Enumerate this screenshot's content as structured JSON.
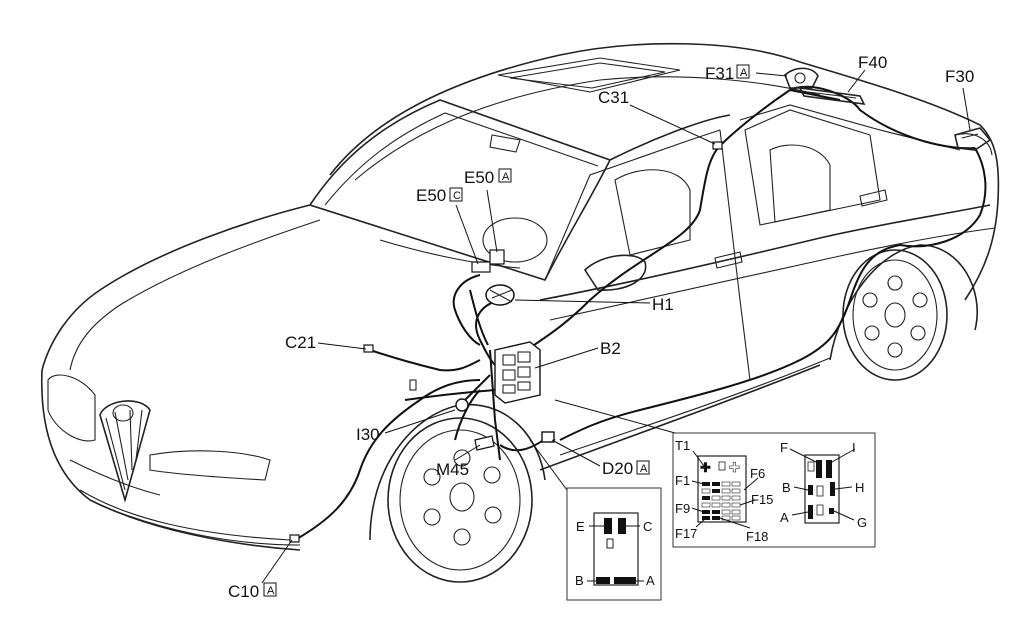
{
  "labels": {
    "f31": "F31",
    "f31_tag": "A",
    "f40": "F40",
    "f30": "F30",
    "c31": "C31",
    "e50a": "E50",
    "e50a_tag": "A",
    "e50c": "E50",
    "e50c_tag": "C",
    "h1": "H1",
    "c21": "C21",
    "b2": "B2",
    "i30": "I30",
    "m45": "M45",
    "d20": "D20",
    "d20_tag": "A",
    "c10": "C10",
    "c10_tag": "A"
  },
  "connector_left": {
    "e": "E",
    "c": "C",
    "b": "B",
    "a": "A"
  },
  "fusebox": {
    "t1": "T1",
    "f1": "F1",
    "f6": "F6",
    "f15": "F15",
    "f9": "F9",
    "f17": "F17",
    "f18": "F18"
  },
  "connector_right": {
    "f": "F",
    "i": "I",
    "b": "B",
    "h": "H",
    "a": "A",
    "g": "G"
  }
}
